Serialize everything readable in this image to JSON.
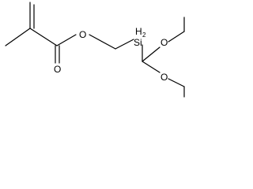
{
  "molecule": {
    "atoms": {
      "ester_oxygen": "O",
      "carbonyl_oxygen": "O",
      "silicon": "Si",
      "silicon_hydrogens": "H",
      "silicon_hydrogen_count": "2",
      "methoxy_oxygen_upper": "O",
      "methoxy_oxygen_lower": "O"
    }
  }
}
